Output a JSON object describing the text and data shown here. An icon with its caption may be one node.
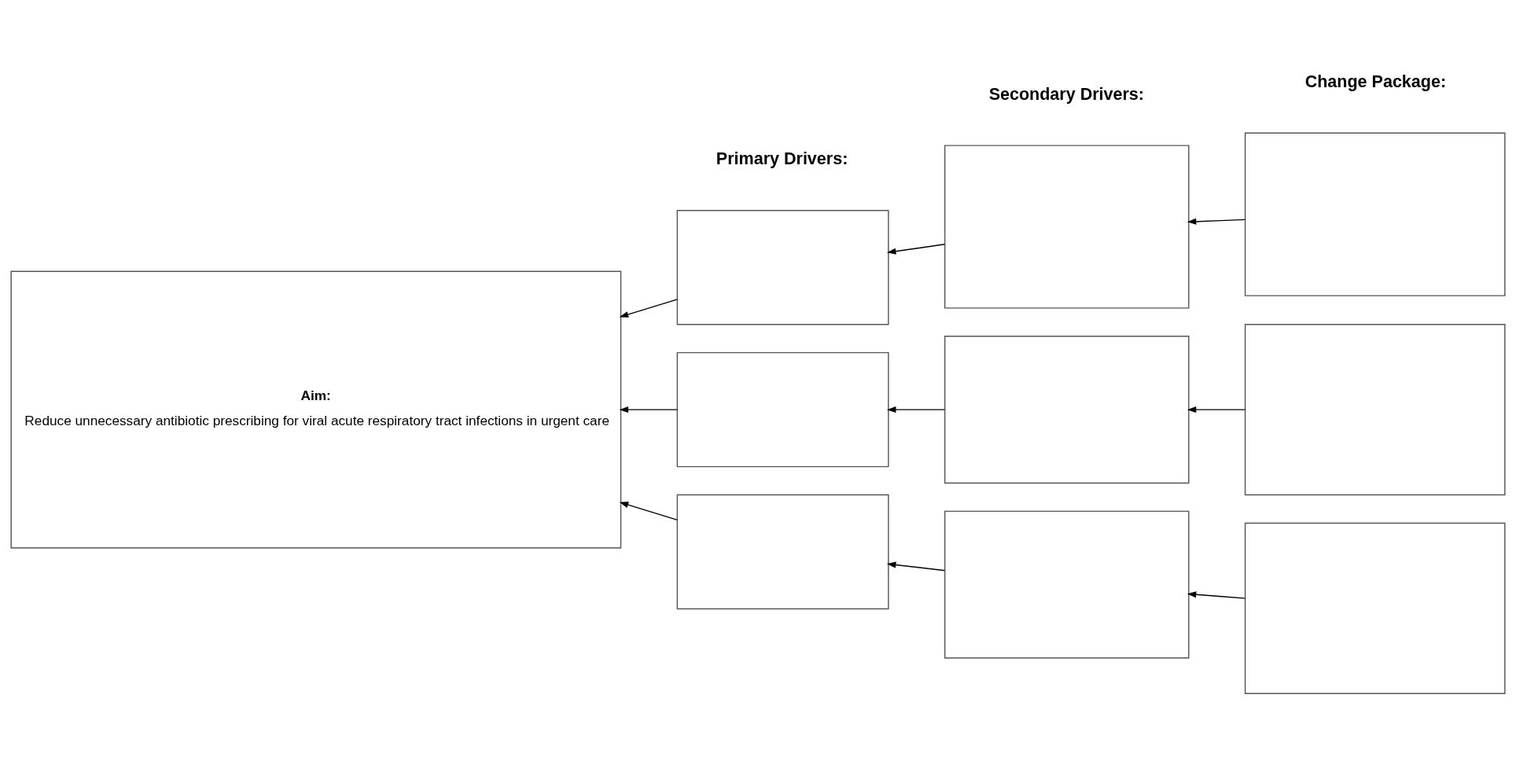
{
  "diagram": {
    "nodes": [
      {
        "text": [
          "Aim:",
          "Reduce unnecessary antibiotic prescribing for viral acute respiratory tract infections in urgent care"
        ]
      },
      {
        "text": [],
        "shape": "box"
      },
      {
        "text": [],
        "shape": "box"
      },
      {
        "text": [],
        "shape": "box"
      },
      {
        "text": [],
        "shape": "box"
      },
      {
        "text": [],
        "shape": "box"
      },
      {
        "text": [],
        "shape": "box"
      },
      {
        "text": [],
        "shape": "box"
      },
      {
        "text": [],
        "shape": "box"
      },
      {
        "text": [],
        "shape": "box"
      }
    ],
    "edges": [
      {
        "from": 1,
        "to": 0,
        "arrow": "to"
      },
      {
        "from": 2,
        "to": 0,
        "arrow": "to"
      },
      {
        "from": 3,
        "to": 0,
        "arrow": "to"
      },
      {
        "from": 4,
        "to": 1,
        "arrow": "to"
      },
      {
        "from": 5,
        "to": 2,
        "arrow": "to"
      },
      {
        "from": 6,
        "to": 3,
        "arrow": "to"
      },
      {
        "from": 7,
        "to": 4,
        "arrow": "to"
      },
      {
        "from": 8,
        "to": 5,
        "arrow": "to"
      },
      {
        "from": 9,
        "to": 6,
        "arrow": "to"
      }
    ],
    "labels": [
      "Primary Drivers:",
      "Secondary Drivers:",
      "Change Package:"
    ]
  }
}
